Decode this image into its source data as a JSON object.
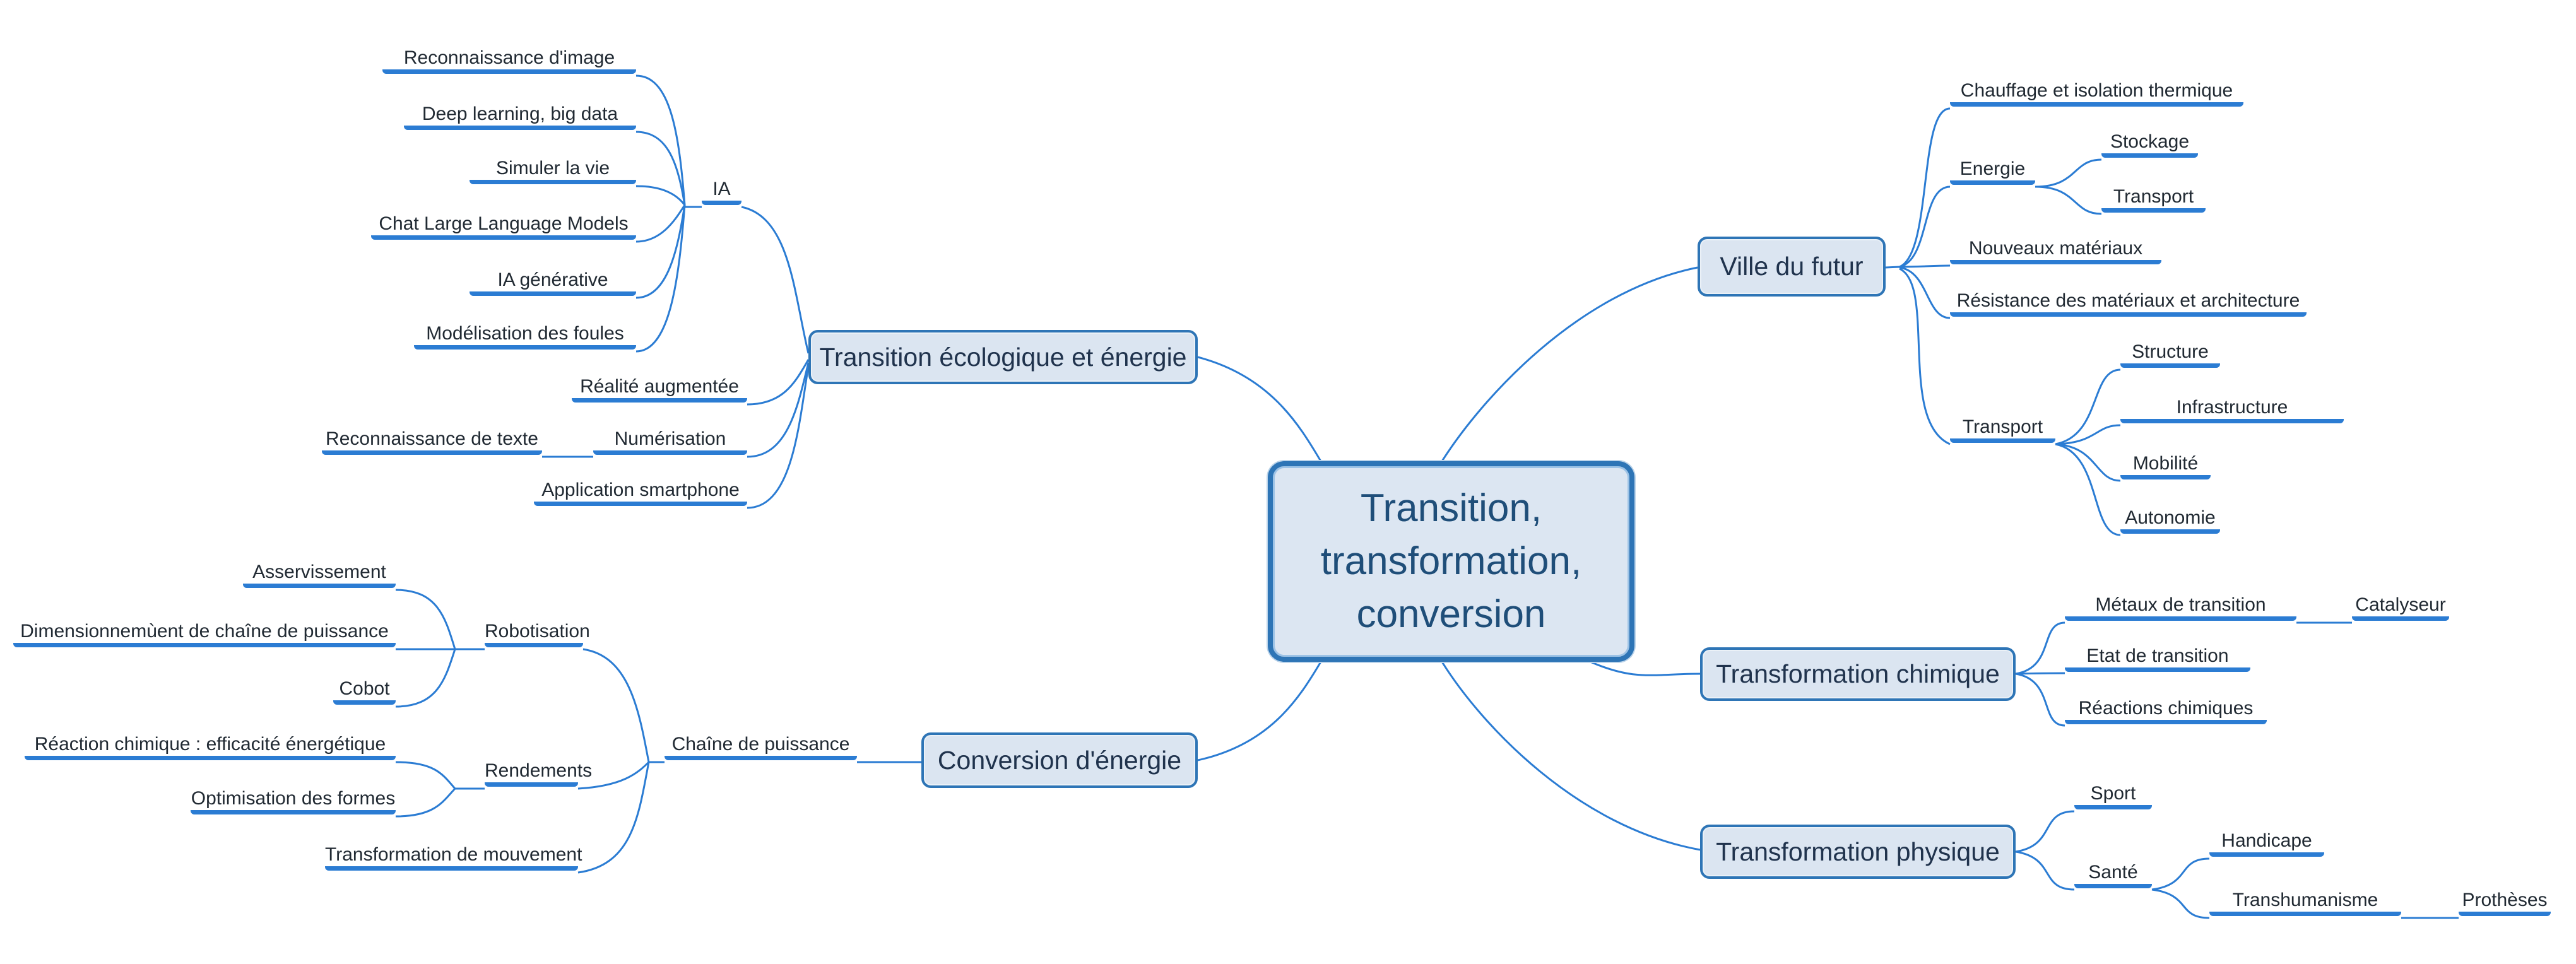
{
  "colors": {
    "line": "#2b7cd3",
    "box_fill": "#dbe5f1",
    "box_border": "#2e75b6",
    "box_text": "#20334d",
    "central_text": "#1f4e79",
    "leaf_text": "#212a33"
  },
  "central": {
    "lines": [
      "Transition,",
      "transformation,",
      "conversion"
    ]
  },
  "transition_ecologique": {
    "box_label": "Transition écologique et énergie",
    "ia": {
      "label": "IA",
      "children": {
        "reconnaissance_image": "Reconnaissance d'image",
        "deep_learning": "Deep learning, big data",
        "simuler_vie": "Simuler la vie",
        "chat_llm": "Chat Large Language Models",
        "ia_generative": "IA générative",
        "modelisation_foules": "Modélisation des foules"
      }
    },
    "realite_augmentee": "Réalité augmentée",
    "numerisation": {
      "label": "Numérisation",
      "children": {
        "reconnaissance_texte": "Reconnaissance de texte"
      }
    },
    "application_smartphone": "Application smartphone"
  },
  "conversion_energie": {
    "box_label": "Conversion d'énergie",
    "chaine_puissance": {
      "label": "Chaîne de puissance",
      "robotisation": {
        "label": "Robotisation",
        "children": {
          "asservissement": "Asservissement",
          "dimensionnement": "Dimensionnemùent de chaîne de puissance",
          "cobot": "Cobot"
        }
      },
      "rendements": {
        "label": "Rendements",
        "children": {
          "reaction_chimique": "Réaction chimique : efficacité énergétique",
          "optimisation_formes": "Optimisation des formes"
        }
      },
      "transformation_mouvement": "Transformation de mouvement"
    }
  },
  "ville_du_futur": {
    "box_label": "Ville du futur",
    "chauffage": "Chauffage et isolation thermique",
    "energie": {
      "label": "Energie",
      "children": {
        "stockage": "Stockage",
        "transport": "Transport"
      }
    },
    "nouveaux_materiaux": "Nouveaux matériaux",
    "resistance": "Résistance des matériaux et architecture",
    "transport": {
      "label": "Transport",
      "children": {
        "structure": "Structure",
        "infrastructure": "Infrastructure",
        "mobilite": "Mobilité",
        "autonomie": "Autonomie"
      }
    }
  },
  "transformation_chimique": {
    "box_label": "Transformation chimique",
    "metaux": {
      "label": "Métaux de transition",
      "children": {
        "catalyseur": "Catalyseur"
      }
    },
    "etat": "Etat de transition",
    "reactions": "Réactions chimiques"
  },
  "transformation_physique": {
    "box_label": "Transformation physique",
    "sport": "Sport",
    "sante": {
      "label": "Santé",
      "children": {
        "handicape": "Handicape",
        "transhumanisme": {
          "label": "Transhumanisme",
          "children": {
            "protheses": "Prothèses"
          }
        }
      }
    }
  }
}
